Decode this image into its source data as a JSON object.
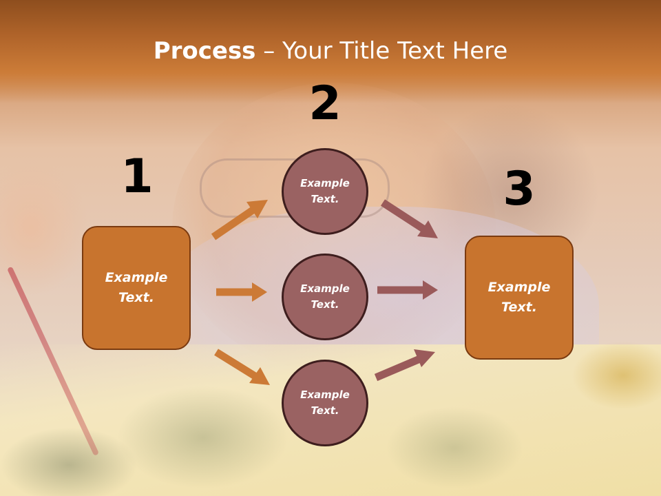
{
  "slide": {
    "title_bold": "Process",
    "title_rest": " – Your Title Text Here"
  },
  "steps": [
    {
      "number": "1",
      "label": "Example\nText."
    },
    {
      "number": "2",
      "nodes": [
        {
          "label": "Example\nText."
        },
        {
          "label": "Example\nText."
        },
        {
          "label": "Example\nText."
        }
      ]
    },
    {
      "number": "3",
      "label": "Example\nText."
    }
  ],
  "colors": {
    "title_band": "#b0642a",
    "box_fill": "#c8742e",
    "circle_fill": "#9a6262",
    "arrow_left": "#cc7a36",
    "arrow_right": "#9a5a5a",
    "number_text": "#000000",
    "label_text": "#ffffff"
  }
}
